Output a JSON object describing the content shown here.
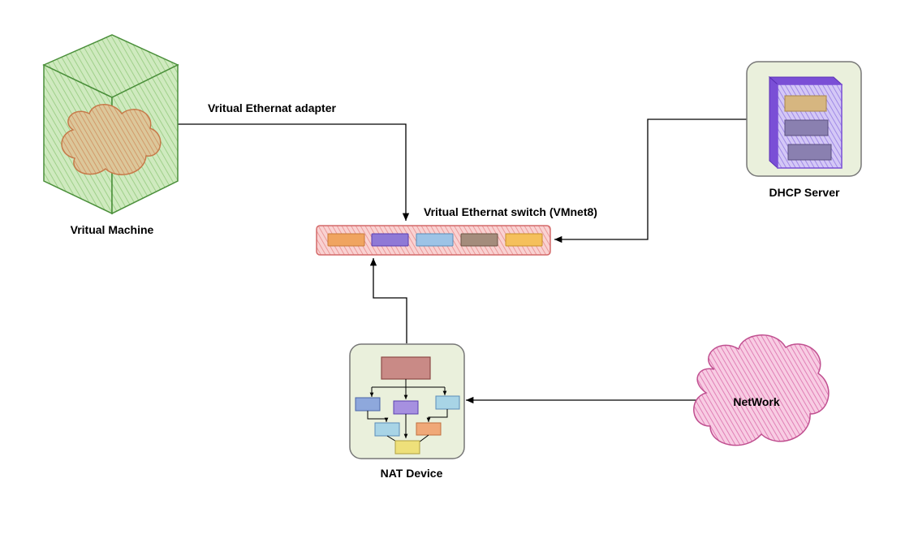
{
  "nodes": {
    "virtual_machine": {
      "label": "Vritual Machine"
    },
    "switch": {
      "label": "Vritual Ethernat switch (VMnet8)"
    },
    "dhcp": {
      "label": "DHCP Server"
    },
    "nat": {
      "label": "NAT Device"
    },
    "network": {
      "label": "NetWork"
    }
  },
  "edges": {
    "vm_to_switch": {
      "label": "Vritual Ethernat adapter"
    }
  },
  "colors": {
    "vm_fill": "#b9e0a5",
    "vm_stroke": "#4a8f3a",
    "vm_cloud": "#e0a070",
    "switch_fill": "#f5b8b8",
    "switch_stroke": "#d46a6a",
    "port_orange": "#f0a460",
    "port_purple": "#8f79d6",
    "port_blue": "#9dc3e6",
    "port_brown": "#a48c7c",
    "port_yellow": "#f5c05c",
    "server_fill": "#b3a1ec",
    "server_stroke": "#7a4fd6",
    "panel_fill": "#eaf0dc",
    "panel_stroke": "#777777",
    "network_fill": "#f4a8cd",
    "network_stroke": "#c05090",
    "edge": "#000000"
  }
}
